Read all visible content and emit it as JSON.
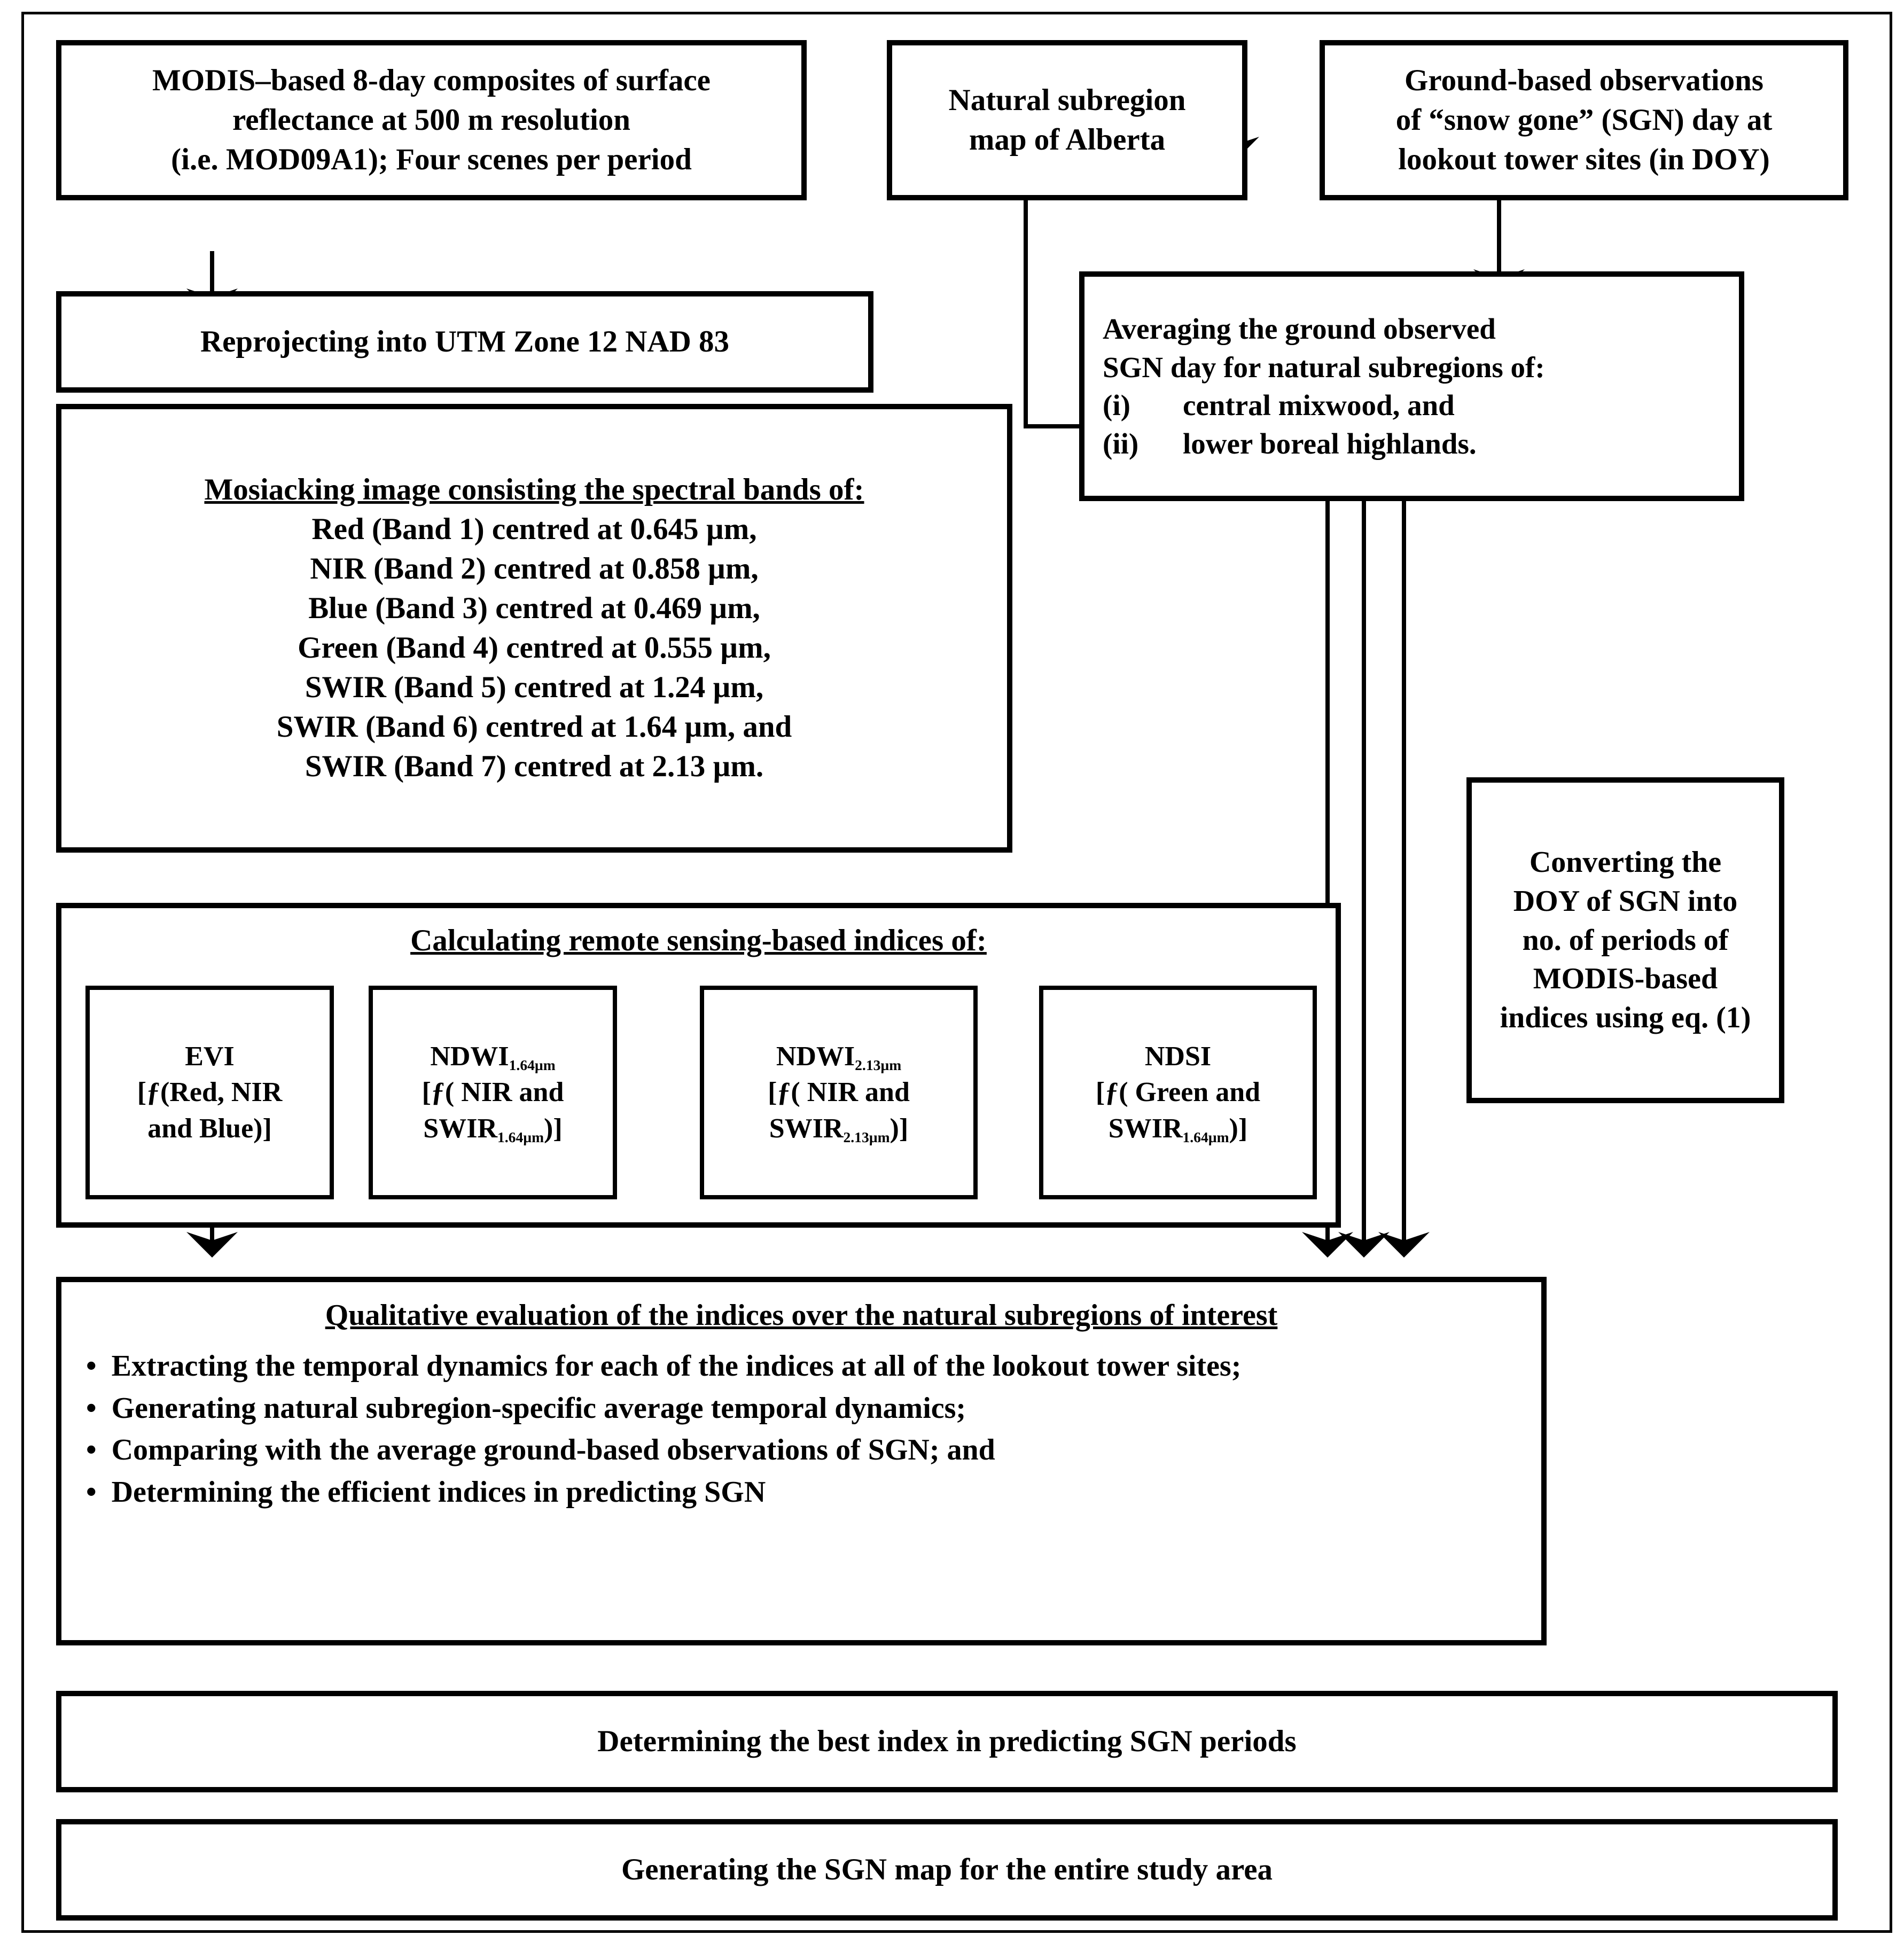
{
  "diagram": {
    "title": "MODIS-based snow gone (SGN) mapping workflow flowchart",
    "line_color": "#000000",
    "background": "#ffffff"
  },
  "nodes": {
    "modis_source": {
      "lines": [
        "MODIS–based 8-day composites of surface",
        "reflectance at 500 m resolution",
        "(i.e. MOD09A1); Four  scenes per period"
      ]
    },
    "subregion_map": {
      "lines": [
        "Natural subregion",
        "map of Alberta"
      ]
    },
    "ground_obs": {
      "lines": [
        "Ground-based observations",
        "of “snow gone” (SGN) day at",
        "lookout tower sites (in DOY)"
      ]
    },
    "reproject": {
      "lines": [
        "Reprojecting into UTM Zone 12 NAD 83"
      ]
    },
    "averaging": {
      "lines": [
        "Averaging the ground  observed",
        "SGN day for natural subregions of:"
      ],
      "items": [
        {
          "num": "(i)",
          "text": "central mixwood, and"
        },
        {
          "num": "(ii)",
          "text": "lower boreal highlands."
        }
      ]
    },
    "mosaicking": {
      "title": "Mosiacking image consisting the spectral bands of:",
      "lines": [
        "Red (Band 1) centred at 0.645 µm,",
        "NIR (Band 2) centred at 0.858 µm,",
        "Blue (Band 3) centred at 0.469 µm,",
        "Green (Band 4) centred at 0.555 µm,",
        "SWIR (Band 5) centred at 1.24 µm,",
        "SWIR (Band 6) centred at 1.64 µm, and",
        "SWIR (Band 7) centred at 2.13 µm."
      ]
    },
    "indices": {
      "title": "Calculating remote sensing-based indices of:",
      "items": [
        {
          "name": "EVI",
          "name_sub": "",
          "formula_line1": "[ƒ(Red, NIR",
          "formula_line2": "and Blue)]",
          "formula_line2_sub": ""
        },
        {
          "name": "NDWI",
          "name_sub": "1.64µm",
          "formula_line1": "[ƒ( NIR and",
          "formula_line2": "SWIR",
          "formula_line2_sub": "1.64µm",
          "formula_line2_tail": ")]"
        },
        {
          "name": "NDWI",
          "name_sub": "2.13µm",
          "formula_line1": "[ƒ( NIR and",
          "formula_line2": "SWIR",
          "formula_line2_sub": "2.13µm",
          "formula_line2_tail": ")]"
        },
        {
          "name": "NDSI",
          "name_sub": "",
          "formula_line1": "[ƒ( Green and",
          "formula_line2": "SWIR",
          "formula_line2_sub": "1.64µm",
          "formula_line2_tail": ")]"
        }
      ]
    },
    "converting": {
      "lines": [
        "Converting the",
        "DOY of SGN into",
        "no. of periods of",
        "MODIS-based",
        "indices using eq. (1)"
      ]
    },
    "qualitative": {
      "title": "Qualitative evaluation of the indices over the natural subregions of interest",
      "bullets": [
        "Extracting the temporal dynamics for each of the indices at all of the lookout tower sites;",
        "Generating natural subregion-specific average temporal dynamics;",
        "Comparing with the average ground-based observations of SGN; and",
        "Determining the efficient indices in predicting SGN"
      ]
    },
    "best_index": {
      "lines": [
        "Determining the best index in predicting SGN periods"
      ]
    },
    "sgn_map": {
      "lines": [
        "Generating the SGN map for the entire study area"
      ]
    }
  }
}
